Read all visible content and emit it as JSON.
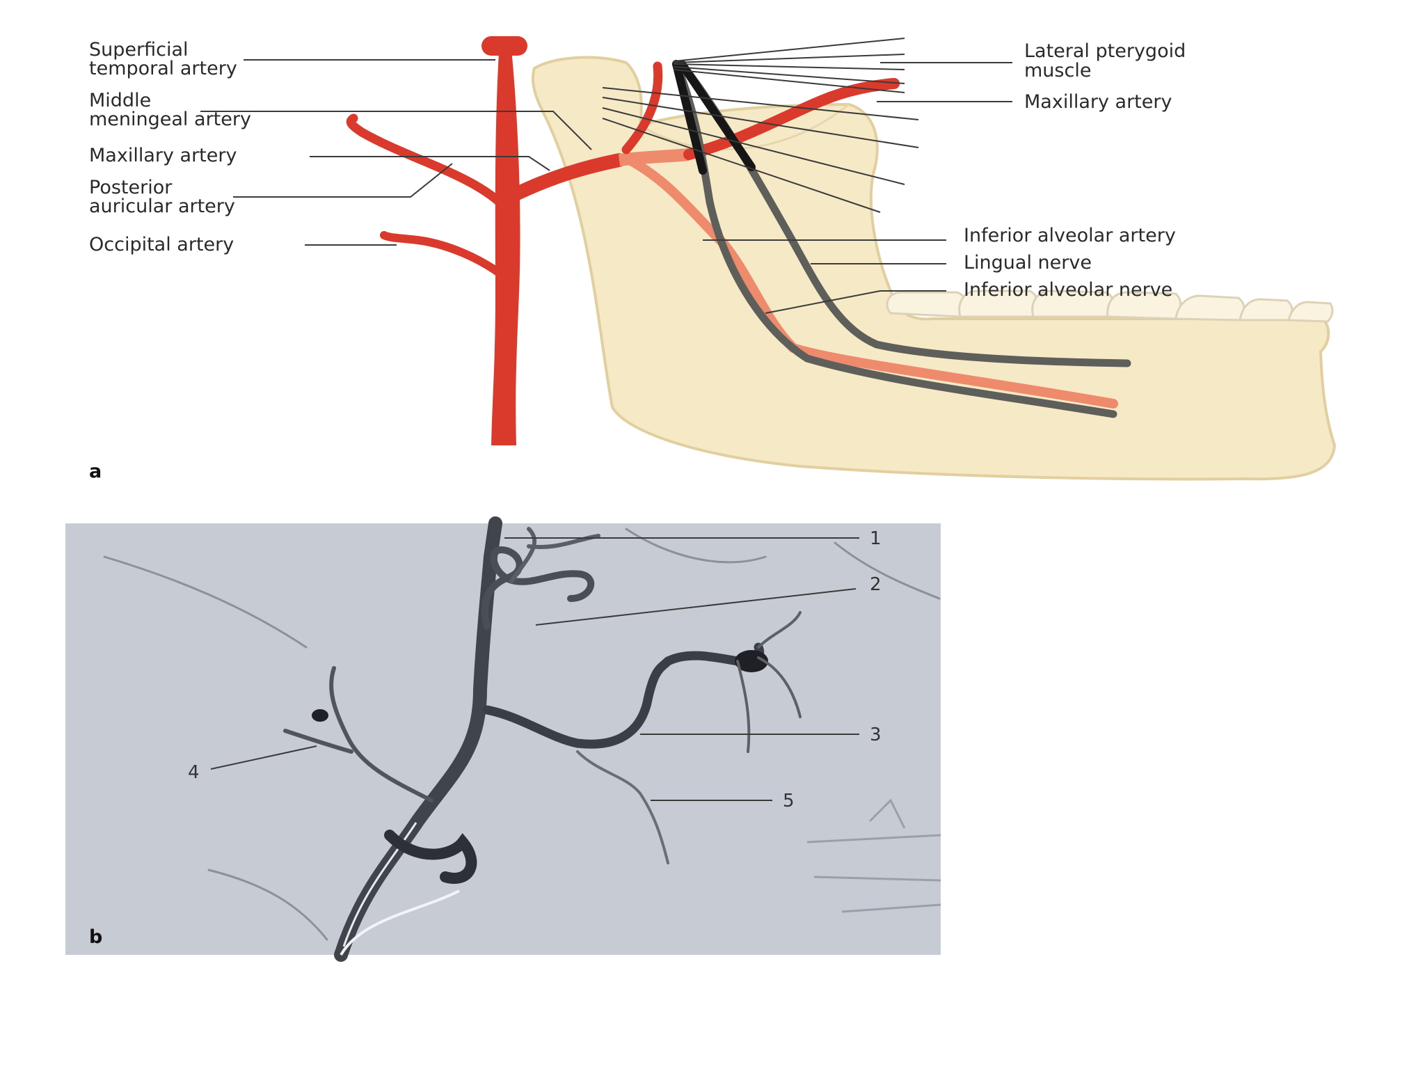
{
  "figure": {
    "panel_a": {
      "letter": "a",
      "labels_left": {
        "superficial_temporal_artery": [
          "Superficial",
          "temporal artery"
        ],
        "middle_meningeal_artery": [
          "Middle",
          "meningeal artery"
        ],
        "maxillary_artery": [
          "Maxillary artery"
        ],
        "posterior_auricular_artery": [
          "Posterior",
          "auricular artery"
        ],
        "occipital_artery": [
          "Occipital artery"
        ]
      },
      "labels_right": {
        "lateral_pterygoid_muscle": [
          "Lateral pterygoid",
          "muscle"
        ],
        "maxillary_artery": [
          "Maxillary artery"
        ],
        "inferior_alveolar_artery": [
          "Inferior alveolar artery"
        ],
        "lingual_nerve": [
          "Lingual nerve"
        ],
        "inferior_alveolar_nerve": [
          "Inferior alveolar nerve"
        ]
      }
    },
    "panel_b": {
      "letter": "b",
      "markers": [
        "1",
        "2",
        "3",
        "4",
        "5"
      ]
    },
    "colors": {
      "artery": "#d93a2b",
      "artery_in_bone": "#ee8b6c",
      "nerve": "#5e5e5a",
      "nerve_dark": "#161616",
      "bone": "#f6e9c6",
      "bone_outline": "#e2cf9f",
      "angiogram_bg": "#cdd1d8",
      "vessel_contrast": "#40444b"
    }
  }
}
